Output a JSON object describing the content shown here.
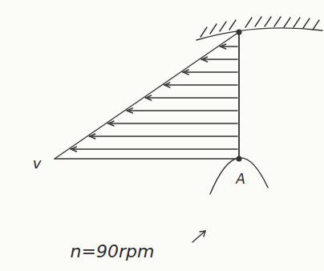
{
  "diagram": {
    "labels": [
      "v",
      "A",
      "n=90rpm"
    ]
  }
}
